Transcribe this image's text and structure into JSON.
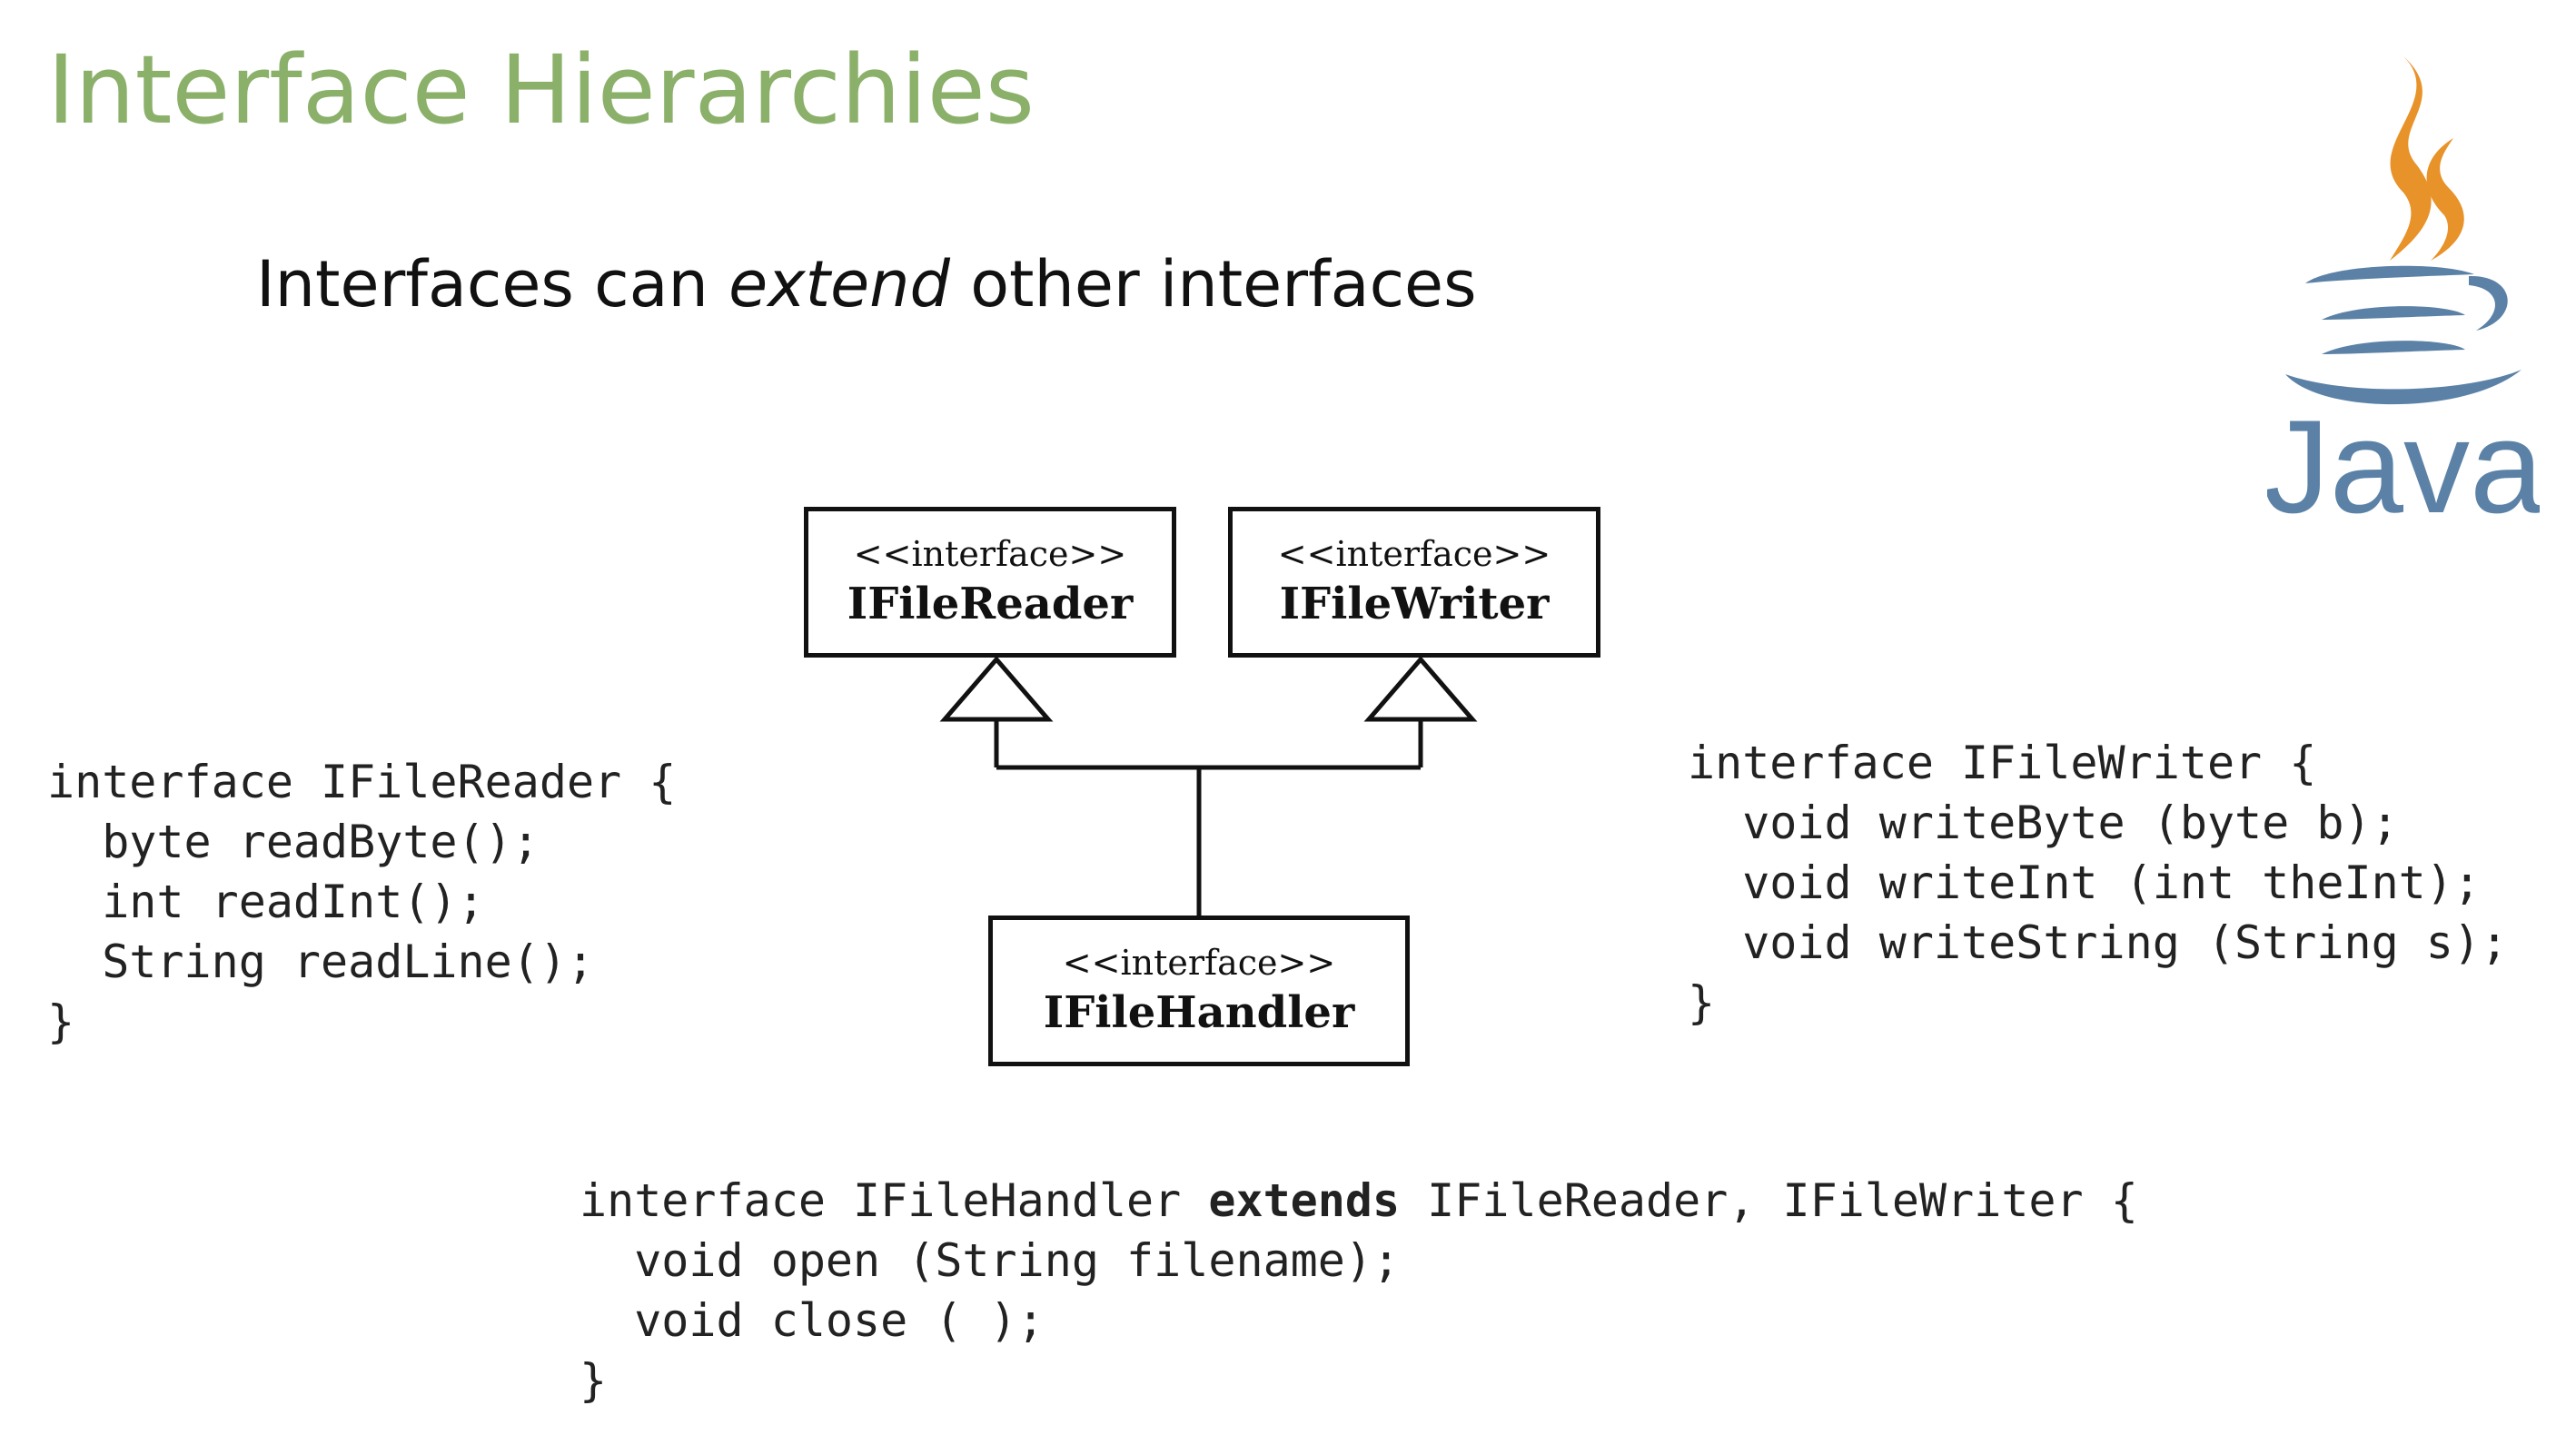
{
  "slide": {
    "title": "Interface Hierarchies",
    "subtitle": {
      "before": "Interfaces can ",
      "emphasis": "extend",
      "after": " other interfaces"
    }
  },
  "diagram": {
    "reader": {
      "stereotype": "<<interface>>",
      "name": "IFileReader"
    },
    "writer": {
      "stereotype": "<<interface>>",
      "name": "IFileWriter"
    },
    "handler": {
      "stereotype": "<<interface>>",
      "name": "IFileHandler"
    }
  },
  "code": {
    "reader": {
      "lines": [
        "interface IFileReader {",
        "  byte readByte();",
        "  int readInt();",
        "  String readLine();",
        "}"
      ]
    },
    "writer": {
      "lines": [
        "interface IFileWriter {",
        "  void writeByte (byte b);",
        "  void writeInt (int theInt);",
        "  void writeString (String s);",
        "}"
      ]
    },
    "handler": {
      "decl_start": "interface IFileHandler ",
      "keyword": "extends",
      "decl_end": " IFileReader, IFileWriter {",
      "lines": [
        "  void open (String filename);",
        "  void close ( );",
        "}"
      ]
    }
  },
  "logo": {
    "text": "Java",
    "icon": "java-coffee-cup-icon",
    "colors": {
      "steam": "#e8922a",
      "cup": "#5b82a6"
    }
  },
  "colors": {
    "title": "#8bb06a"
  }
}
